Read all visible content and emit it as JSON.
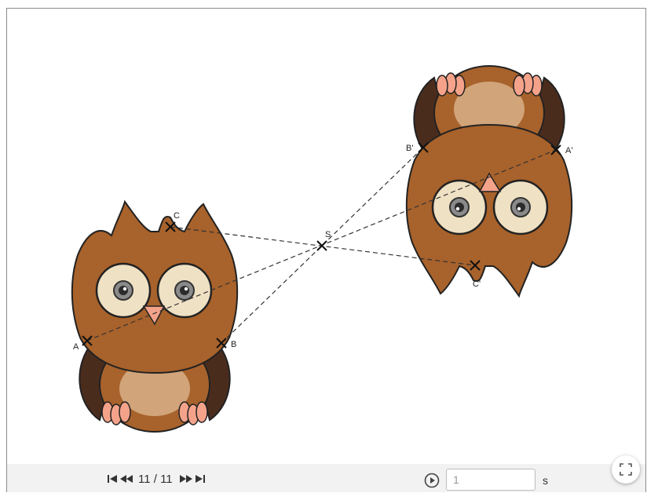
{
  "points": {
    "A": "A",
    "B": "B",
    "C": "C",
    "S": "S",
    "A_prime": "A'",
    "B_prime": "B'",
    "C_prime": "C'"
  },
  "player": {
    "first_icon": "skip-first-icon",
    "prev_icon": "step-back-icon",
    "counter": "11 / 11",
    "next_icon": "step-forward-icon",
    "last_icon": "skip-last-icon",
    "play_icon": "play-icon",
    "speed_value": "1",
    "speed_unit": "s"
  },
  "fullscreen_icon": "fullscreen-icon",
  "colors": {
    "toolbar_bg": "#f2f2f2",
    "owl_body": "#a8622b",
    "owl_dark": "#4a2c1d",
    "owl_belly": "#d1a47a",
    "owl_eye": "#efe1c4",
    "owl_beak": "#f4a38a",
    "line": "#333333"
  }
}
